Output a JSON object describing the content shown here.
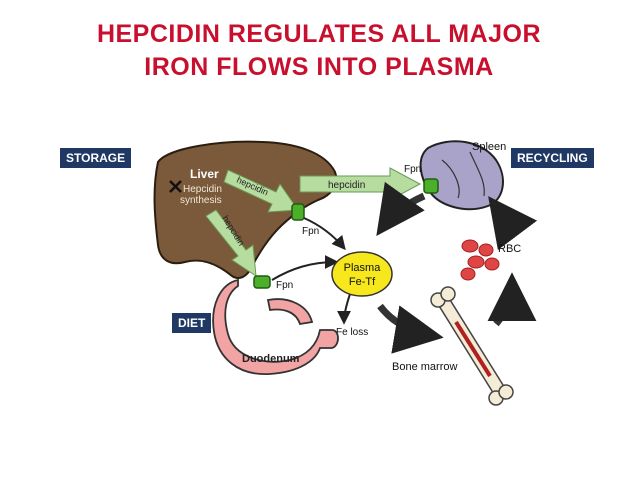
{
  "title": {
    "line1": "HEPCIDIN REGULATES ALL MAJOR",
    "line2": "IRON FLOWS INTO PLASMA"
  },
  "tags": {
    "storage": "STORAGE",
    "recycling": "RECYCLING",
    "diet": "DIET"
  },
  "diagram": {
    "liver": "Liver",
    "hepcidin_synthesis_1": "Hepcidin",
    "hepcidin_synthesis_2": "synthesis",
    "hepcidin_arrow_liver_diag": "hepcidin",
    "hepcidin_arrow_spleen": "hepcidin",
    "hepcidin_arrow_duodenum": "hepcidin",
    "fpn_liver": "Fpn",
    "fpn_spleen": "Fpn",
    "fpn_duodenum": "Fpn",
    "spleen": "Spleen",
    "rbc": "RBC",
    "plasma_1": "Plasma",
    "plasma_2": "Fe-Tf",
    "fe_loss": "Fe loss",
    "duodenum": "Duodenum",
    "bone_marrow": "Bone marrow"
  },
  "colors": {
    "title": "#c8102e",
    "tag_bg": "#1f3864",
    "liver": "#7a5a3a",
    "spleen": "#a9a2c9",
    "plasma": "#f7e81e",
    "duodenum": "#f2a3a3",
    "hepcidin_arrow": "#b7dca0",
    "fpn": "#4caf2a",
    "rbc": "#e04545"
  }
}
